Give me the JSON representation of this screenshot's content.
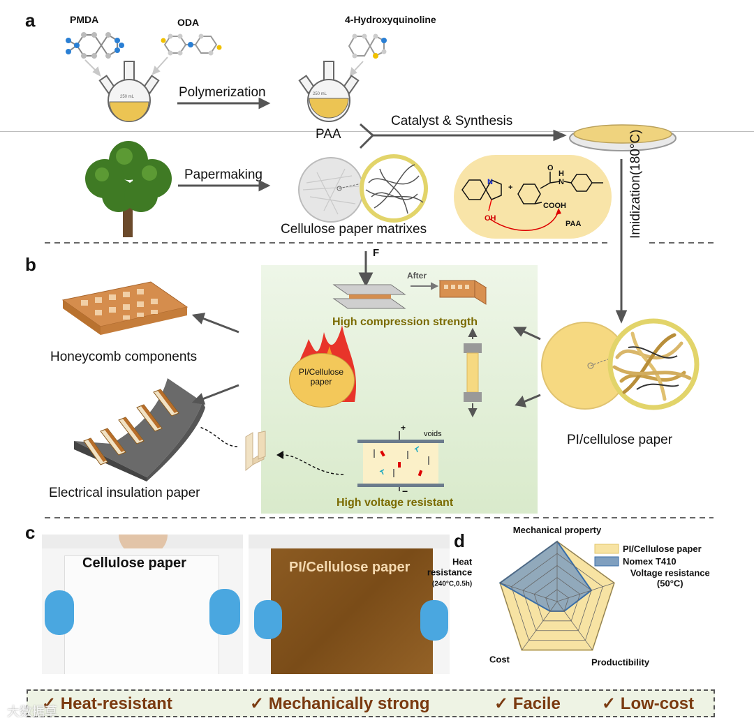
{
  "panels": {
    "a": "a",
    "b": "b",
    "c": "c",
    "d": "d"
  },
  "panel_a": {
    "pmda": "PMDA",
    "oda": "ODA",
    "hydroxyquinoline": "4-Hydroxyquinoline",
    "flask_volume": "250 mL",
    "polymerization": "Polymerization",
    "paa": "PAA",
    "catalyst": "Catalyst  & Synthesis",
    "papermaking": "Papermaking",
    "cellulose_matrix": "Cellulose paper matrixes",
    "imidization": "Imidization(180°C)",
    "scheme_n": "N",
    "scheme_oh": "OH",
    "scheme_o": "O",
    "scheme_h": "H",
    "scheme_nh": "N",
    "scheme_plus": "+",
    "scheme_cooh": "COOH",
    "scheme_paa": "PAA"
  },
  "panel_b": {
    "force": "F",
    "after": "After",
    "compression": "High compression strength",
    "pi_badge": "PI/Cellulose paper",
    "voids": "voids",
    "plus": "+",
    "minus": "−",
    "voltage": "High voltage resistant",
    "honeycomb": "Honeycomb components",
    "insulation": "Electrical insulation paper",
    "pi_paper": "PI/cellulose paper"
  },
  "panel_c": {
    "left_label": "Cellulose paper",
    "right_label": "PI/Cellulose paper"
  },
  "chart_data": {
    "type": "radar",
    "axes": [
      "Mechanical property",
      "Voltage resistance (50°C)",
      "Productibility",
      "Cost",
      "Heat resistance (240°C,0.5h)"
    ],
    "axis_label_lines": [
      [
        "Mechanical property"
      ],
      [
        "Voltage resistance",
        "(50°C)"
      ],
      [
        "Productibility"
      ],
      [
        "Cost"
      ],
      [
        "Heat",
        "resistance",
        "(240°C,0.5h)"
      ]
    ],
    "rings": 5,
    "max": 5,
    "series": [
      {
        "name": "PI/Cellulose paper",
        "values": [
          5,
          5,
          5,
          5,
          5
        ],
        "fill": "#f7e3a3",
        "stroke": "#e2c46a"
      },
      {
        "name": "Nomex T410",
        "values": [
          5,
          3,
          1,
          1,
          5
        ],
        "fill": "#7f9fbf",
        "stroke": "#3a6ea8"
      }
    ]
  },
  "footer": {
    "items": [
      "✓ Heat-resistant",
      "✓ Mechanically strong",
      "✓ Facile",
      "✓ Low-cost"
    ]
  },
  "watermark": "大数据草",
  "colors": {
    "gold": "#f6d981",
    "paper_brown": "#8a5a1e",
    "accent_text": "#7a6a00",
    "glove": "#4aa7e0",
    "green_panel": "#e3efd6"
  }
}
